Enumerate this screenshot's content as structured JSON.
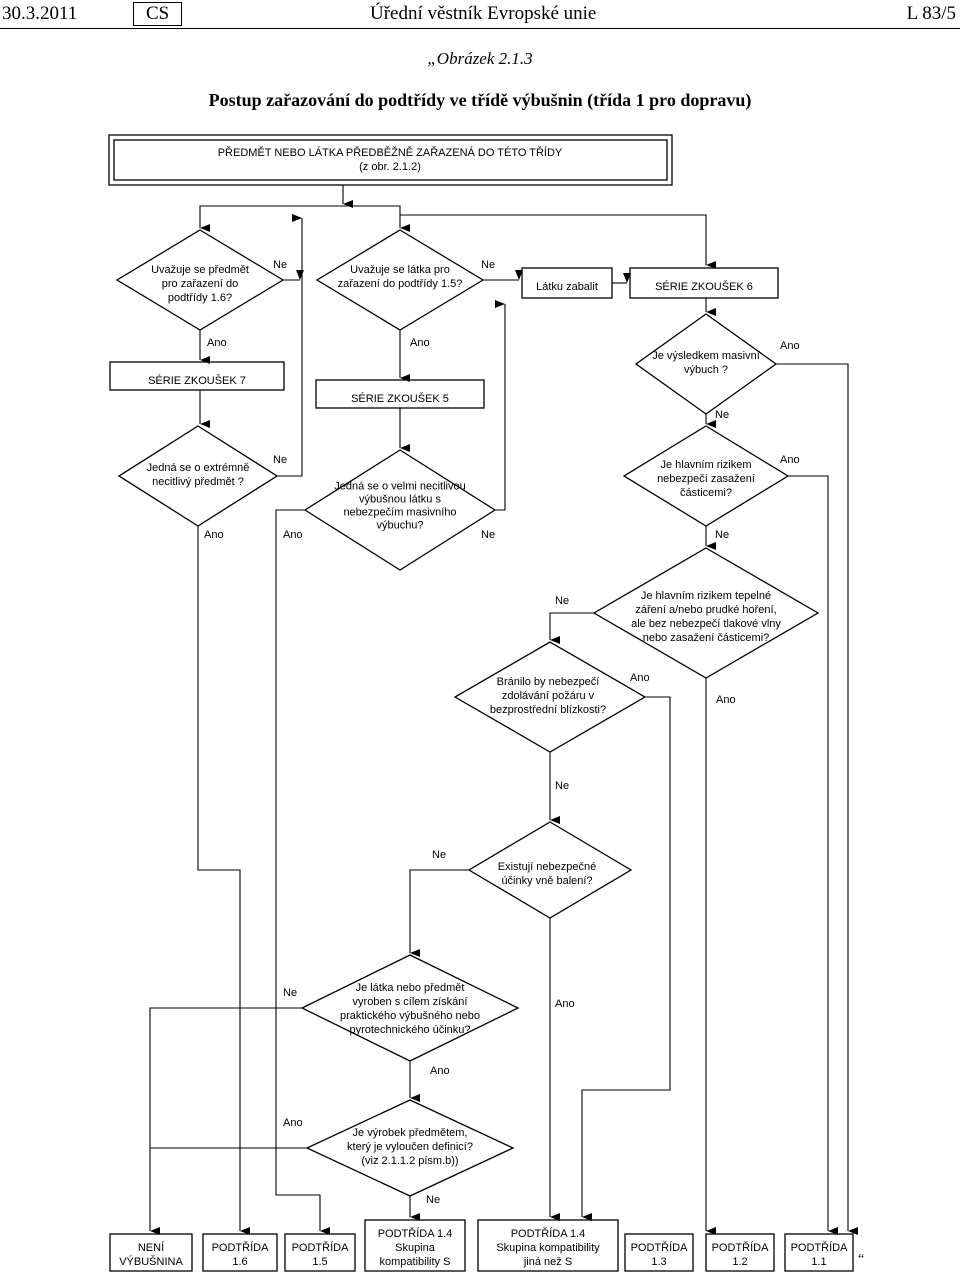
{
  "header": {
    "date": "30.3.2011",
    "lang": "CS",
    "journal": "Úřední věstník Evropské unie",
    "page": "L 83/5"
  },
  "figure": {
    "label": "„Obrázek 2.1.3",
    "title": "Postup zařazování do podtřídy ve třídě výbušnin (třída 1 pro dopravu)",
    "closing_quote": "“"
  },
  "flow": {
    "top_box": [
      "PŘEDMĚT NEBO LÁTKA PŘEDBĚŽNĚ ZAŘAZENÁ DO TÉTO TŘÍDY",
      "(z obr. 2.1.2)"
    ],
    "d_16": [
      "Uvažuje se předmět",
      "pro zařazení do",
      "podtřídy 1.6?"
    ],
    "d_15": [
      "Uvažuje se látka pro",
      "zařazení do podtřídy 1.5?"
    ],
    "pack": [
      "Látku zabalit"
    ],
    "series6": [
      "SÉRIE ZKOUŠEK 6"
    ],
    "series7": [
      "SÉRIE ZKOUŠEK 7"
    ],
    "series5": [
      "SÉRIE ZKOUŠEK 5"
    ],
    "d_mass": [
      "Je výsledkem masivní",
      "výbuch ?"
    ],
    "d_extreme": [
      "Jedná se o extrémně",
      "necitlivý předmět ?"
    ],
    "d_insensitive": [
      "Jedná se o velmi necitlivou",
      "výbušnou látku s",
      "nebezpečím masivního",
      "výbuchu?"
    ],
    "d_proj": [
      "Je hlavním rizikem",
      "nebezpečí zasažení",
      "částicemi?"
    ],
    "d_heat": [
      "Je hlavním rizikem tepelné",
      "záření a/nebo prudké hoření,",
      "ale bez nebezpečí tlakové vlny",
      "nebo zasažení částicemi?"
    ],
    "d_fire": [
      "Bránilo by nebezpečí",
      "zdolávání požáru v",
      "bezprostřední blízkosti?"
    ],
    "d_outside": [
      "Existují nebezpečné",
      "účinky vně balení?"
    ],
    "d_made": [
      "Je látka nebo předmět",
      "vyroben s cílem získání",
      "praktického výbušného nebo",
      "pyrotechnického účinku?"
    ],
    "d_excluded": [
      "Je výrobek předmětem,",
      "který je vyloučen definicí?",
      "(viz 2.1.1.2 písm.b))"
    ],
    "out_not": [
      "NENÍ",
      "VÝBUŠNINA"
    ],
    "out_16": [
      "PODTŘÍDA",
      "1.6"
    ],
    "out_15": [
      "PODTŘÍDA",
      "1.5"
    ],
    "out_14s": [
      "PODTŘÍDA 1.4",
      "Skupina",
      "kompatibility S"
    ],
    "out_14other": [
      "PODTŘÍDA 1.4",
      "Skupina kompatibility",
      "jiná než S"
    ],
    "out_13": [
      "PODTŘÍDA",
      "1.3"
    ],
    "out_12": [
      "PODTŘÍDA",
      "1.2"
    ],
    "out_11": [
      "PODTŘÍDA",
      "1.1"
    ]
  },
  "labels": {
    "yes": "Ano",
    "no": "Ne"
  }
}
